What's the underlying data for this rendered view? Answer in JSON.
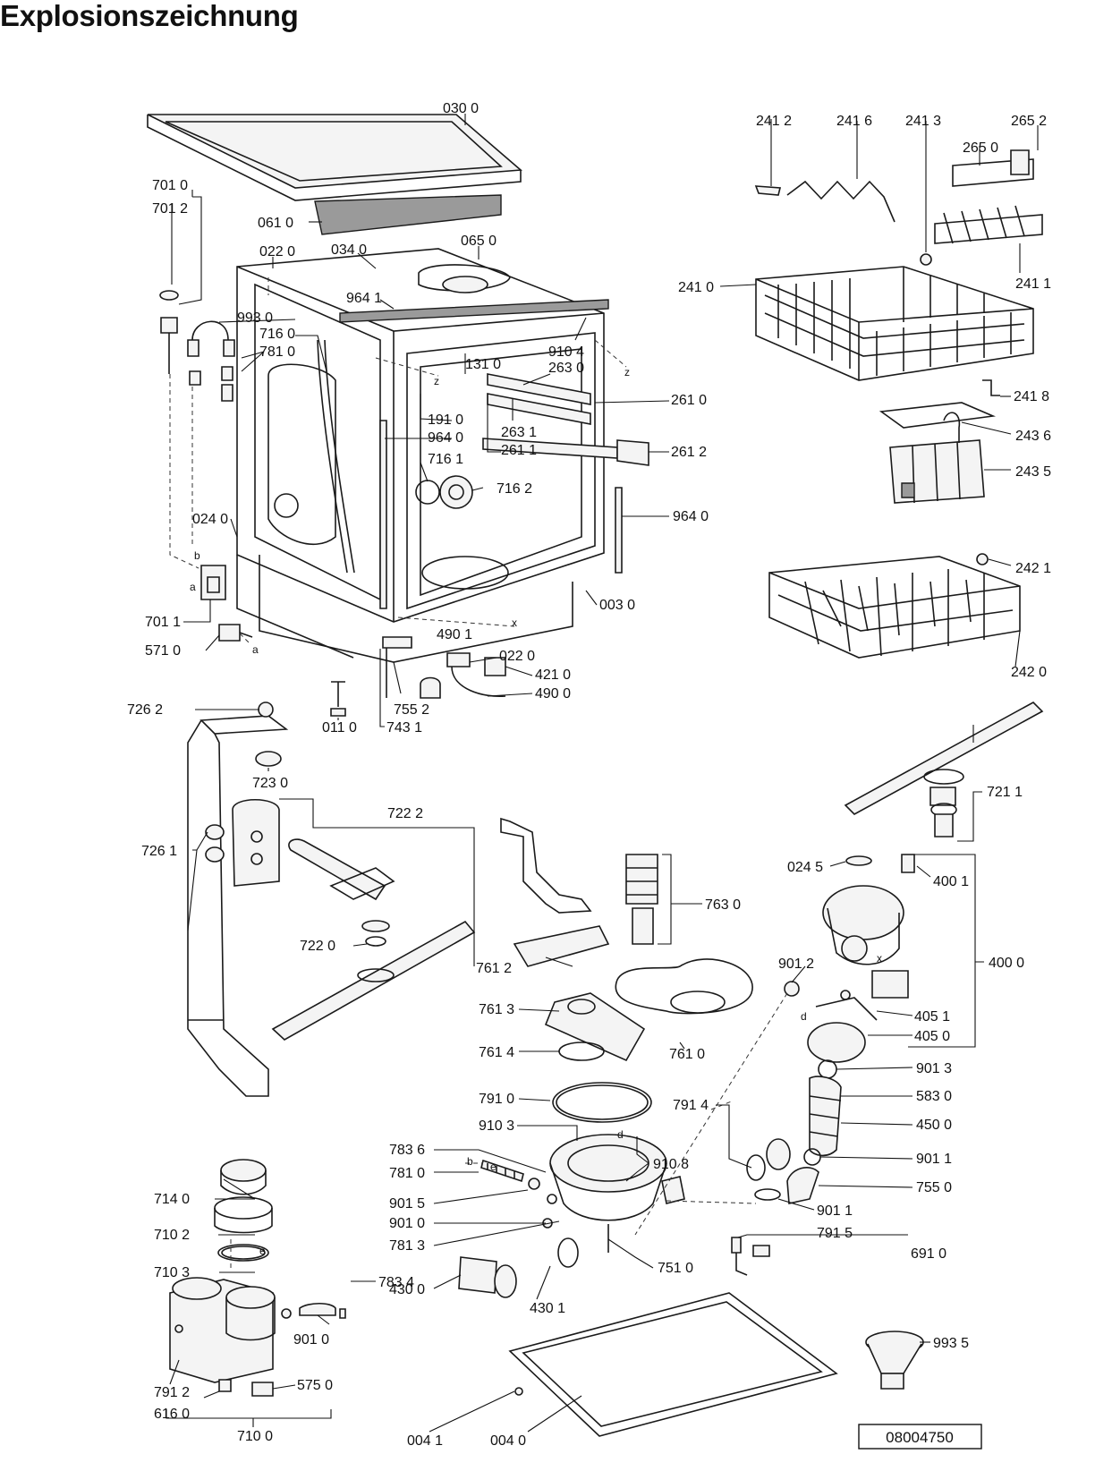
{
  "page": {
    "title": "Explosionszeichnung",
    "document_number": "08004750"
  },
  "parts": {
    "p0300": "030 0",
    "p7010": "701 0",
    "p7012": "701 2",
    "p0610": "061 0",
    "p0220": "022 0",
    "p0340": "034 0",
    "p0650": "065 0",
    "p9641": "964 1",
    "p9930": "993 0",
    "p7160": "716 0",
    "p7810": "781 0",
    "p1310": "131 0",
    "p9104": "910 4",
    "p2630": "263 0",
    "p2610": "261 0",
    "p1910": "191 0",
    "p9640": "964 0",
    "p2631": "263 1",
    "p2611": "261 1",
    "p2612": "261 2",
    "p7161": "716 1",
    "p7162": "716 2",
    "p9640b": "964 0",
    "p0240": "024 0",
    "p7011": "701 1",
    "p5710": "571 0",
    "p0030": "003 0",
    "p4901": "490 1",
    "p0220b": "022 0",
    "p4210": "421 0",
    "p4900": "490 0",
    "p7262": "726 2",
    "p0110": "011 0",
    "p7552": "755 2",
    "p7431": "743 1",
    "p7230": "723 0",
    "p7222": "722 2",
    "p7261": "726 1",
    "p7220": "722 0",
    "p2412": "241 2",
    "p2416": "241 6",
    "p2413": "241 3",
    "p2652": "265 2",
    "p2650": "265 0",
    "p2411": "241 1",
    "p2410": "241 0",
    "p2418": "241 8",
    "p2436": "243 6",
    "p2435": "243 5",
    "p2421": "242 1",
    "p2420": "242 0",
    "p7211": "721 1",
    "p0245": "024 5",
    "p4001": "400 1",
    "p7630": "763 0",
    "p7612": "761 2",
    "p9012": "901 2",
    "p4000": "400 0",
    "p7613": "761 3",
    "p4051": "405 1",
    "p4050": "405 0",
    "p7614": "761 4",
    "p7610": "761 0",
    "p9013": "901 3",
    "p7910": "791 0",
    "p5830": "583 0",
    "p7914": "791 4",
    "p4500": "450 0",
    "p9103": "910 3",
    "p7836": "783 6",
    "p9108": "910 8",
    "p9011": "901 1",
    "p7810b": "781 0",
    "p7550": "755 0",
    "p9015": "901 5",
    "p7140": "714 0",
    "p9010": "901 0",
    "p9011b": "901 1",
    "p7102": "710 2",
    "p7813": "781 3",
    "p7915": "791 5",
    "p7510": "751 0",
    "p7103": "710 3",
    "p4300": "430 0",
    "p6910": "691 0",
    "p7834": "783 4",
    "p4301": "430 1",
    "p9010b": "901 0",
    "p9935": "993 5",
    "p7912": "791 2",
    "p6160": "616 0",
    "p5750": "575 0",
    "p7100": "710 0",
    "p0041": "004 1",
    "p0040": "004 0"
  },
  "markers": {
    "a1": "a",
    "a2": "a",
    "b1": "b",
    "b2": "b",
    "d1": "d",
    "d2": "d",
    "e1": "e",
    "e2": "e",
    "x1": "x",
    "x2": "x",
    "z1": "z",
    "z2": "z"
  }
}
